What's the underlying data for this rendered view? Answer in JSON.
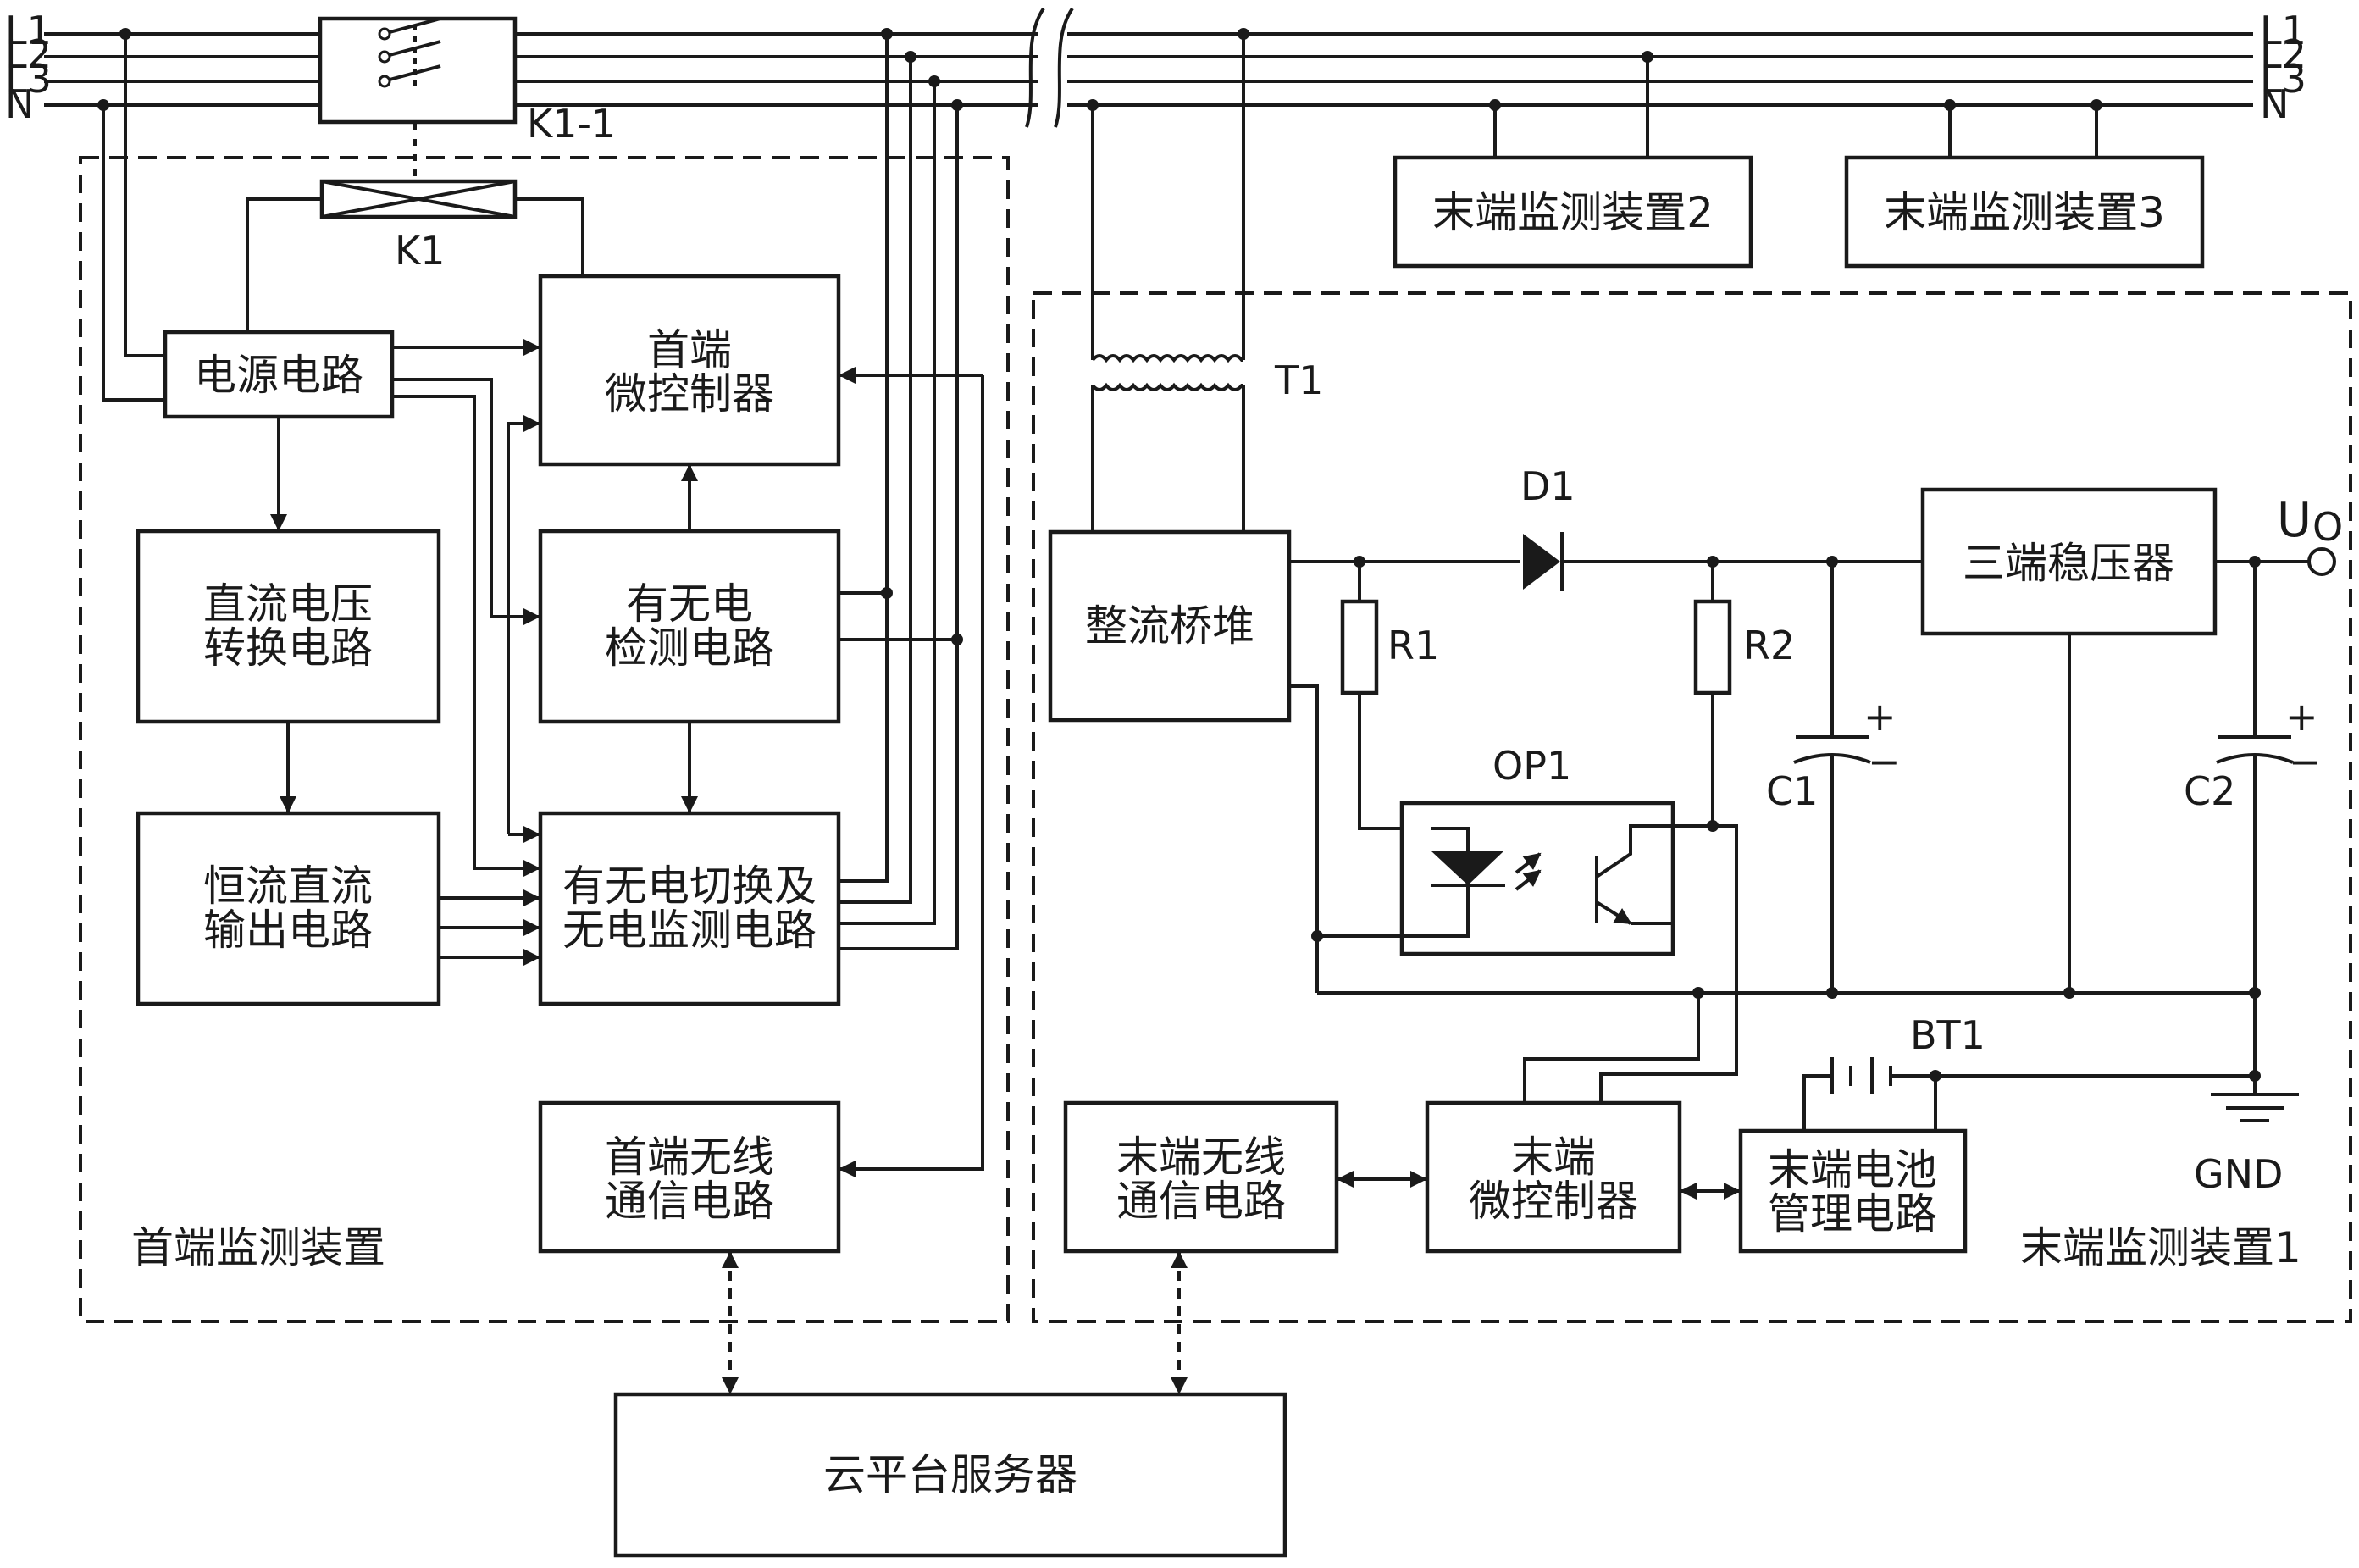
{
  "bus_labels": {
    "l1": "L1",
    "l2": "L2",
    "l3": "L3",
    "n": "N"
  },
  "switch_label": "K1-1",
  "relay_label": "K1",
  "head": {
    "power_circuit": "电源电路",
    "mcu": [
      "首端",
      "微控制器"
    ],
    "dc_voltage_conv": [
      "直流电压",
      "转换电路"
    ],
    "power_detect": [
      "有无电",
      "检测电路"
    ],
    "constant_current": [
      "恒流直流",
      "输出电路"
    ],
    "switch_monitor": [
      "有无电切换及",
      "无电监测电路"
    ],
    "wireless": [
      "首端无线",
      "通信电路"
    ],
    "device_label": "首端监测装置"
  },
  "end": {
    "device2": "末端监测装置2",
    "device3": "末端监测装置3",
    "transformer": "T1",
    "rectifier": "整流桥堆",
    "diode": "D1",
    "r1": "R1",
    "r2": "R2",
    "optocoupler": "OP1",
    "c1": "C1",
    "c2": "C2",
    "regulator": "三端稳压器",
    "output_u": "U",
    "output_sub": "O",
    "battery": "BT1",
    "ground": "GND",
    "wireless": [
      "末端无线",
      "通信电路"
    ],
    "mcu": [
      "末端",
      "微控制器"
    ],
    "battery_mgmt": [
      "末端电池",
      "管理电路"
    ],
    "device_label": "末端监测装置1"
  },
  "cloud": "云平台服务器",
  "colors": {
    "ink": "#1a1a1a",
    "background": "#ffffff"
  }
}
